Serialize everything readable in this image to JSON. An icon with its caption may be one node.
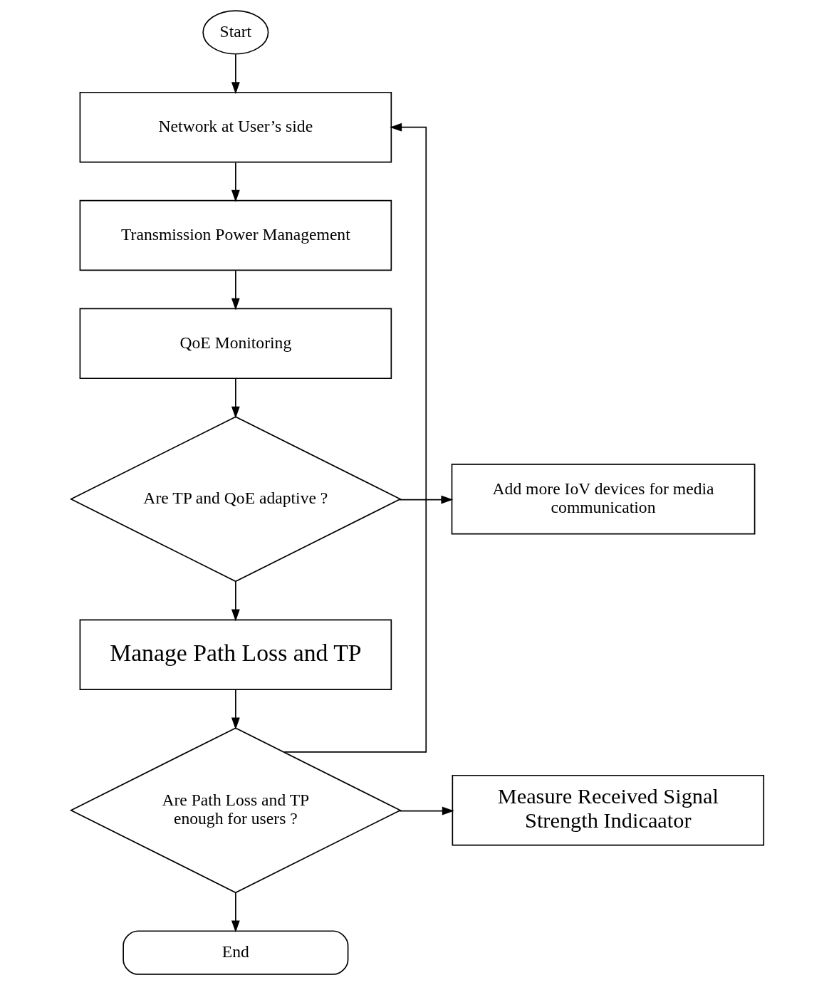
{
  "diagram": {
    "nodes": [
      {
        "text": [
          "Start"
        ]
      },
      {
        "text": [
          "Network at User’s side"
        ]
      },
      {
        "text": [
          "Transmission Power Management"
        ]
      },
      {
        "text": [
          "QoE Monitoring"
        ]
      },
      {
        "text": [
          "Are TP and QoE adaptive ?"
        ]
      },
      {
        "text": [
          "Add more IoV devices for media communication"
        ]
      },
      {
        "text": [
          "Manage Path Loss and TP"
        ]
      },
      {
        "text": [
          "Are Path Loss and TP enough for users ?"
        ]
      },
      {
        "text": [
          "Measure Received Signal Strength Indicaator"
        ]
      },
      {
        "text": [
          "End"
        ]
      }
    ],
    "edges": [
      {
        "from": 0,
        "to": 1,
        "arrow": "to"
      },
      {
        "from": 1,
        "to": 2,
        "arrow": "to"
      },
      {
        "from": 2,
        "to": 3,
        "arrow": "to"
      },
      {
        "from": 3,
        "to": 4,
        "arrow": "to"
      },
      {
        "from": 4,
        "to": 5,
        "arrow": "to"
      },
      {
        "from": 4,
        "to": 6,
        "arrow": "to"
      },
      {
        "from": 6,
        "to": 7,
        "arrow": "to"
      },
      {
        "from": 7,
        "to": 8,
        "arrow": "to"
      },
      {
        "from": 7,
        "to": 9,
        "arrow": "to"
      },
      {
        "from": 7,
        "to": 1,
        "arrow": "to"
      }
    ]
  }
}
